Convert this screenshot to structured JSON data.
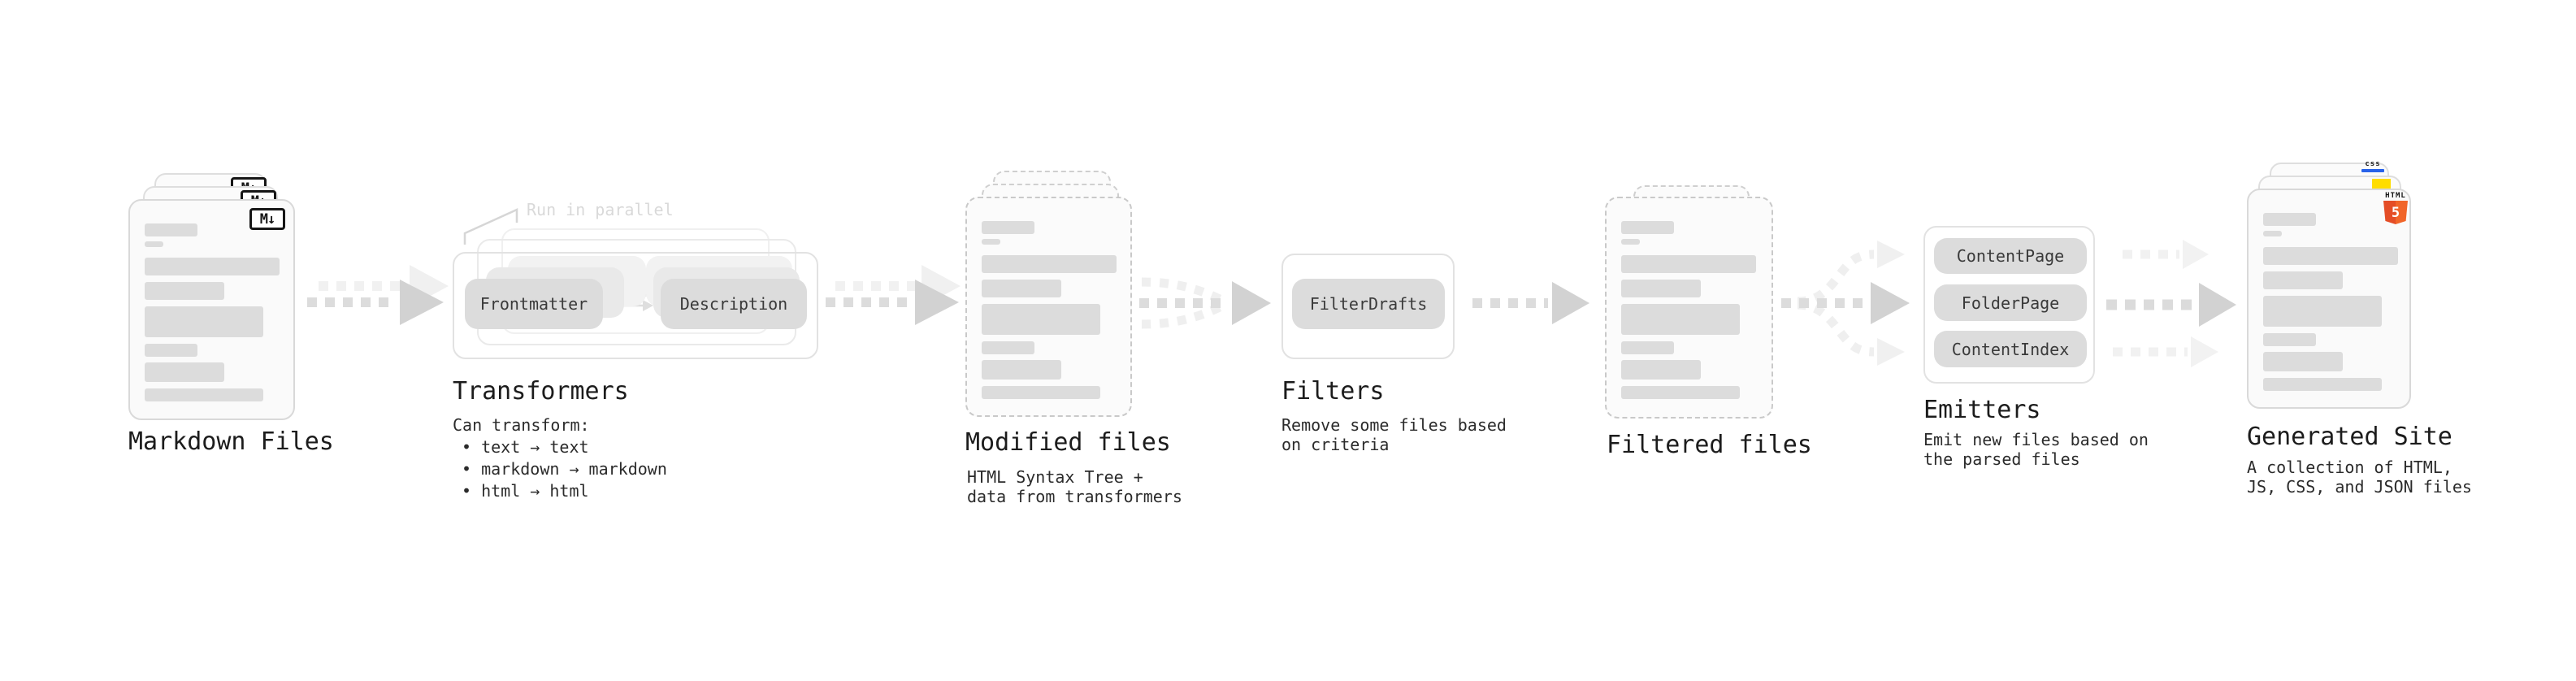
{
  "stages": {
    "markdown": {
      "title": "Markdown Files",
      "badge": "M↓"
    },
    "transformers": {
      "note": "Run in parallel",
      "plugins": [
        "Frontmatter",
        "Description"
      ],
      "title": "Transformers",
      "desc_intro": "Can transform:",
      "bullets": [
        "• text → text",
        "• markdown → markdown",
        "• html → html"
      ]
    },
    "modified": {
      "title": "Modified files",
      "desc": [
        "HTML Syntax Tree +",
        "data from transformers"
      ]
    },
    "filters": {
      "plugins": [
        "FilterDrafts"
      ],
      "title": "Filters",
      "desc": [
        "Remove some files based",
        "on criteria"
      ]
    },
    "filtered": {
      "title": "Filtered files"
    },
    "emitters": {
      "plugins": [
        "ContentPage",
        "FolderPage",
        "ContentIndex"
      ],
      "title": "Emitters",
      "desc": [
        "Emit new files based on",
        "the parsed files"
      ]
    },
    "generated": {
      "title": "Generated Site",
      "desc": [
        "A collection of HTML,",
        "JS, CSS, and JSON files"
      ],
      "html_badge": {
        "label": "HTML",
        "number": "5"
      },
      "css_badge": "css"
    }
  },
  "colors": {
    "html_orange": "#e44d26",
    "html_orange_light": "#f16529",
    "js_yellow": "#ffdd00",
    "css_blue": "#2862e9",
    "arrow_gray": "#d2d2d2",
    "ghost_gray": "#f0f0f0"
  }
}
